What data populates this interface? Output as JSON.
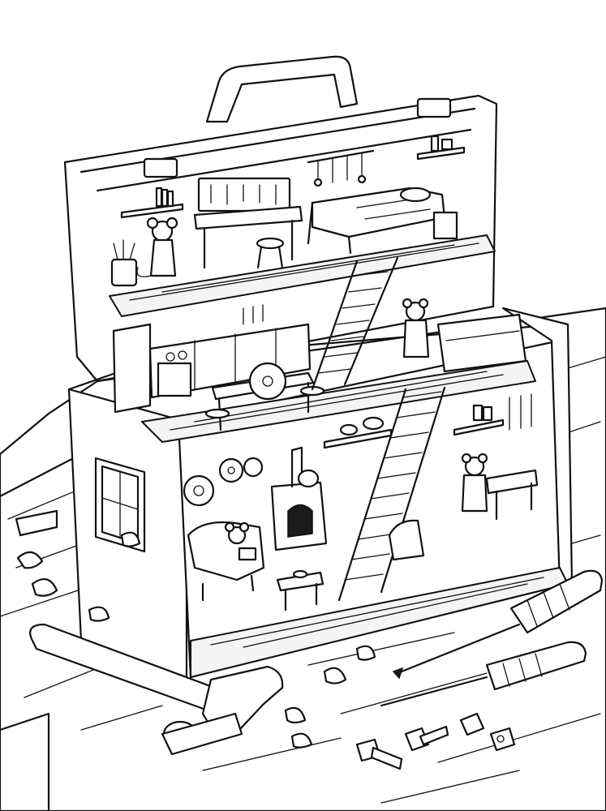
{
  "scene": {
    "style": "black-and-white line-art coloring page",
    "colors": {
      "ink": "#111111",
      "paper": "#ffffff"
    },
    "objects": [
      "open-toolbox-dollhouse",
      "mouse-workshop-room",
      "mouse-bedroom",
      "mouse-kitchen",
      "mouse-living-room",
      "mouse-workbench-room",
      "hammer",
      "screwdriver-large",
      "screwdriver-small",
      "bolts-and-nuts",
      "wood-shavings",
      "wooden-workbench-table"
    ]
  }
}
